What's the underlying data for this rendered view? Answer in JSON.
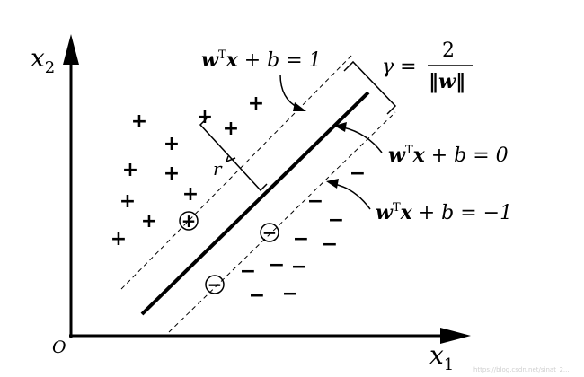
{
  "axes": {
    "x_label_base": "x",
    "x_label_sub": "1",
    "y_label_base": "x",
    "y_label_sub": "2",
    "origin_label": "O"
  },
  "equations": {
    "positive_margin": {
      "w": "w",
      "sup": "T",
      "x": "x",
      "rest": " + b = 1"
    },
    "hyperplane": {
      "w": "w",
      "sup": "T",
      "x": "x",
      "rest": " + b = 0"
    },
    "negative_margin": {
      "w": "w",
      "sup": "T",
      "x": "x",
      "rest": " + b = −1"
    }
  },
  "margin": {
    "gamma_symbol": "γ =",
    "numerator": "2",
    "denominator": "‖w‖"
  },
  "distance_label": "r",
  "positive_symbol": "+",
  "negative_symbol": "−",
  "watermark": "https://blog.csdn.net/sinat_2...",
  "colors": {
    "ink": "#000000",
    "background": "#ffffff"
  }
}
